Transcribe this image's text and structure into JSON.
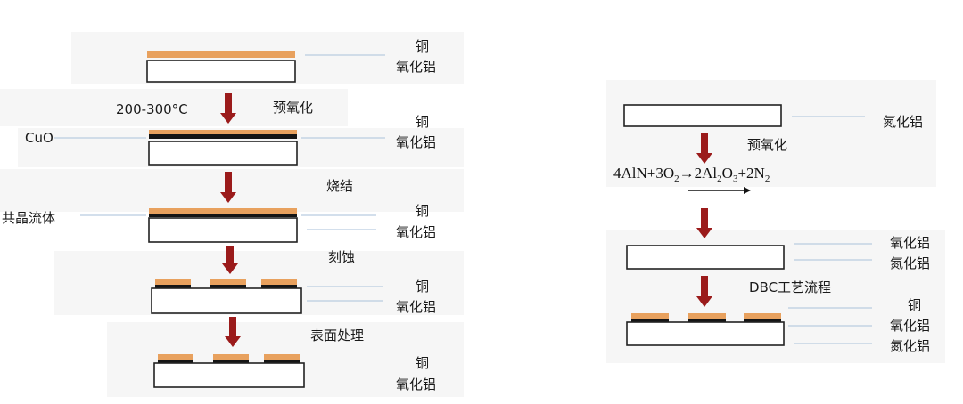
{
  "colors": {
    "copper": "#E8A15E",
    "oxide": "#151515",
    "substrate_stroke": "#222222",
    "arrow": "#9B1B1B",
    "leader": "#B9CCE0",
    "background_band": "#F6F6F6"
  },
  "left_process": {
    "label_copper": "铜",
    "label_alumina": "氧化铝",
    "label_cuo": "CuO",
    "label_eutectic": "共晶流体",
    "temperature": "200-300°C",
    "step_preoxidation": "预氧化",
    "step_sintering": "烧结",
    "step_etching": "刻蚀",
    "step_surface": "表面处理"
  },
  "right_process": {
    "label_aln": "氮化铝",
    "label_alumina": "氧化铝",
    "label_copper": "铜",
    "step_preoxidation": "预氧化",
    "step_dbc": "DBC工艺流程",
    "formula": {
      "p1": "4AlN+3O",
      "s1": "2",
      "p2": "→2Al",
      "s2": "2",
      "p3": "O",
      "s3": "3",
      "p4": "+2N",
      "s4": "2"
    }
  }
}
